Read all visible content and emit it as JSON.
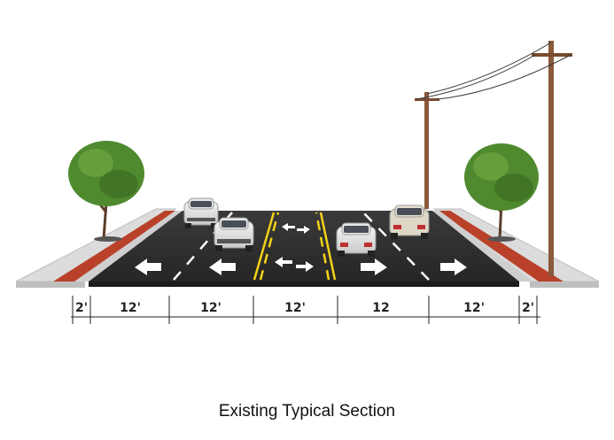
{
  "caption": "Existing Typical Section",
  "dimensions": [
    {
      "id": "sidewalk-left",
      "label": "2'"
    },
    {
      "id": "lane-1",
      "label": "12'"
    },
    {
      "id": "lane-2",
      "label": "12'"
    },
    {
      "id": "center-turn-lane",
      "label": "12'"
    },
    {
      "id": "lane-4",
      "label": "12"
    },
    {
      "id": "lane-5",
      "label": "12'"
    },
    {
      "id": "sidewalk-right",
      "label": "2'"
    }
  ],
  "colors": {
    "asphalt": "#2f2f2f",
    "curb": "#c9c9c9",
    "brick_buffer": "#b9412a",
    "yellow_stripe": "#f2d21a",
    "white_stripe": "#ffffff",
    "pole": "#8a5a3c",
    "tree_green": "#4f8a2f"
  },
  "icons": [
    "car-icon",
    "tree-icon",
    "utility-pole-icon",
    "lane-arrow-icon",
    "two-way-turn-arrow-icon"
  ]
}
